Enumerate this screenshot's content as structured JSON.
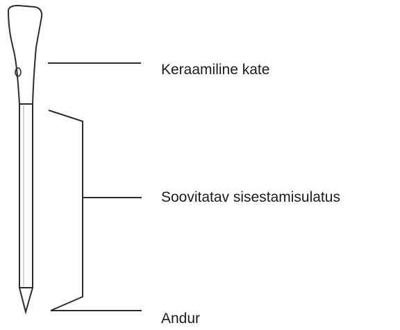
{
  "diagram": {
    "labels": {
      "ceramic_coating": "Keraamiline kate",
      "recommended_insertion_depth": "Soovitatav sisestamisulatus",
      "sensor": "Andur"
    },
    "colors": {
      "stroke": "#2b2b2b",
      "text": "#1a1a1a",
      "background": "#ffffff"
    }
  }
}
